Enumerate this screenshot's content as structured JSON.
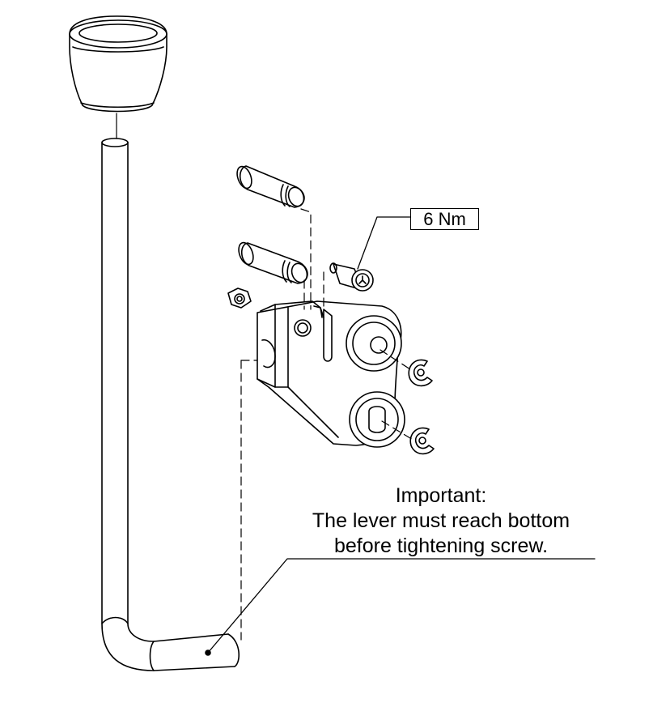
{
  "torque_label": "6 Nm",
  "note": {
    "heading": "Important:",
    "line1": "The lever must reach bottom",
    "line2": "before tightening screw."
  },
  "colors": {
    "line": "#000000",
    "background": "#ffffff"
  }
}
